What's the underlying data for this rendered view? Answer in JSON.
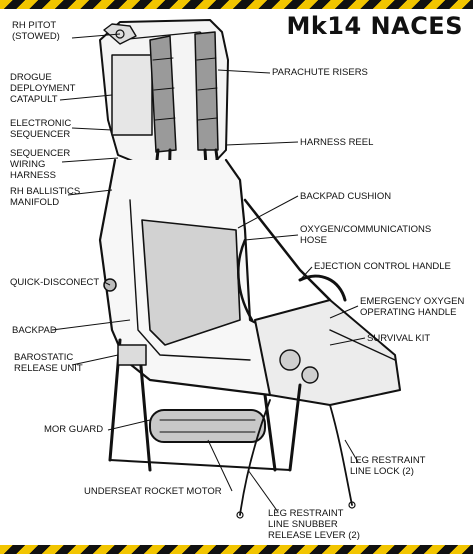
{
  "title": "Mk14 NACES",
  "colors": {
    "hazard_yellow": "#f2c500",
    "hazard_black": "#111111",
    "ink": "#111111",
    "background": "#ffffff"
  },
  "labels": {
    "rh_pitot": "RH PITOT\n(STOWED)",
    "drogue": "DROGUE\nDEPLOYMENT\nCATAPULT",
    "electronic_sequencer": "ELECTRONIC\nSEQUENCER",
    "sequencer_wiring": "SEQUENCER\nWIRING\nHARNESS",
    "ballistics_manifold": "RH BALLISTICS\nMANIFOLD",
    "quick_disconnect": "QUICK-DISCONECT",
    "backpad": "BACKPAD",
    "barostatic": "BAROSTATIC\nRELEASE UNIT",
    "mor_guard": "MOR GUARD",
    "underseat_rocket": "UNDERSEAT ROCKET MOTOR",
    "parachute_risers": "PARACHUTE RISERS",
    "harness_reel": "HARNESS REEL",
    "backpad_cushion": "BACKPAD CUSHION",
    "oxygen_hose": "OXYGEN/COMMUNICATIONS\nHOSE",
    "ejection_handle": "EJECTION CONTROL HANDLE",
    "emergency_oxygen": "EMERGENCY OXYGEN\nOPERATING HANDLE",
    "survival_kit": "SURVIVAL KIT",
    "leg_restraint_lock": "LEG RESTRAINT\nLINE LOCK (2)",
    "leg_restraint_snubber": "LEG RESTRAINT\nLINE SNUBBER\nRELEASE LEVER (2)"
  }
}
